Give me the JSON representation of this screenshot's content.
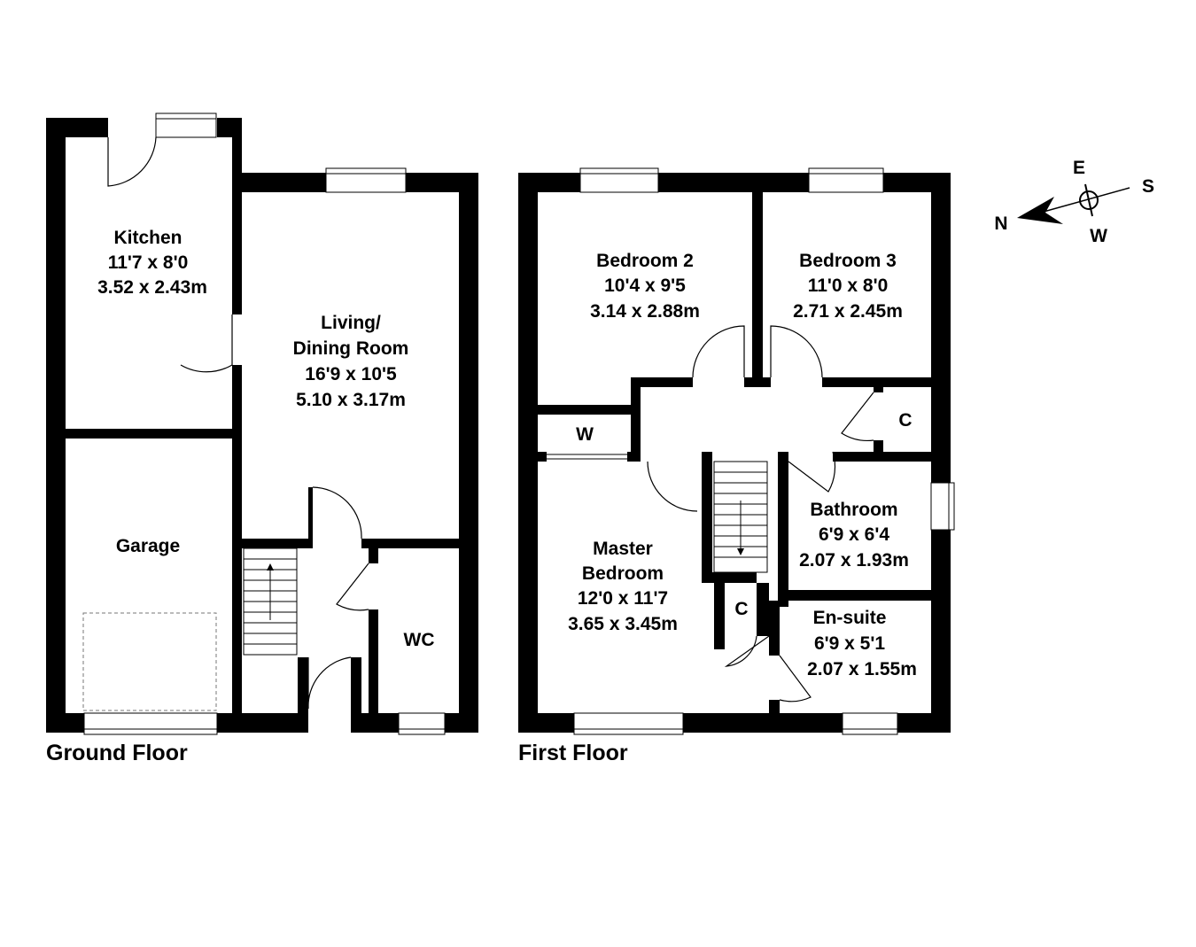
{
  "ground_floor": {
    "title": "Ground Floor",
    "rooms": {
      "kitchen": {
        "name": "Kitchen",
        "imperial": "11'7 x 8'0",
        "metric": "3.52 x 2.43m"
      },
      "living": {
        "name_line1": "Living/",
        "name_line2": "Dining Room",
        "imperial": "16'9 x 10'5",
        "metric": "5.10 x 3.17m"
      },
      "garage": {
        "name": "Garage"
      },
      "wc": {
        "name": "WC"
      }
    }
  },
  "first_floor": {
    "title": "First Floor",
    "rooms": {
      "bedroom2": {
        "name": "Bedroom 2",
        "imperial": "10'4 x 9'5",
        "metric": "3.14 x 2.88m"
      },
      "bedroom3": {
        "name": "Bedroom 3",
        "imperial": "11'0 x 8'0",
        "metric": "2.71 x 2.45m"
      },
      "master": {
        "name_line1": "Master",
        "name_line2": "Bedroom",
        "imperial": "12'0 x 11'7",
        "metric": "3.65 x 3.45m"
      },
      "bathroom": {
        "name": "Bathroom",
        "imperial": "6'9 x 6'4",
        "metric": "2.07 x 1.93m"
      },
      "ensuite": {
        "name": "En-suite",
        "imperial": "6'9 x 5'1",
        "metric": "2.07 x 1.55m"
      },
      "wardrobe": {
        "name": "W"
      },
      "cupboard_landing": {
        "name": "C"
      },
      "cupboard_master": {
        "name": "C"
      }
    }
  },
  "compass": {
    "north": "N",
    "south": "S",
    "east": "E",
    "west": "W"
  }
}
